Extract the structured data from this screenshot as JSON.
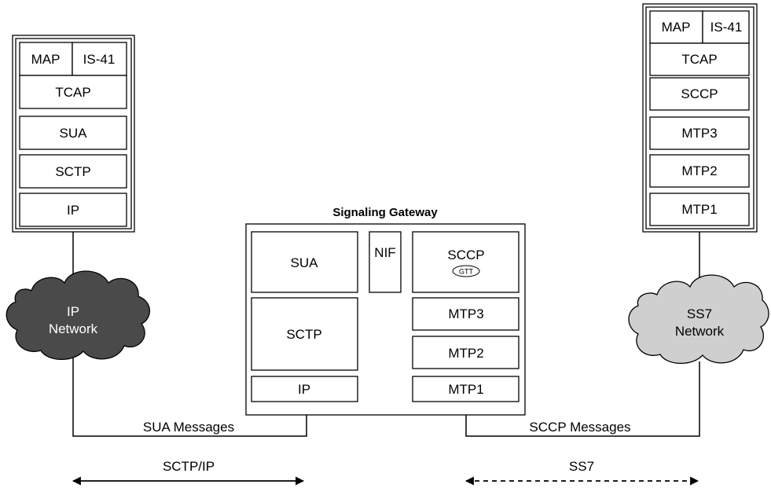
{
  "left_stack": {
    "map": "MAP",
    "is41": "IS-41",
    "tcap": "TCAP",
    "sua": "SUA",
    "sctp": "SCTP",
    "ip": "IP"
  },
  "right_stack": {
    "map": "MAP",
    "is41": "IS-41",
    "tcap": "TCAP",
    "sccp": "SCCP",
    "mtp3": "MTP3",
    "mtp2": "MTP2",
    "mtp1": "MTP1"
  },
  "gateway": {
    "title": "Signaling Gateway",
    "sua": "SUA",
    "nif": "NIF",
    "sccp": "SCCP",
    "gtt": "GTT",
    "sctp": "SCTP",
    "ip": "IP",
    "mtp3": "MTP3",
    "mtp2": "MTP2",
    "mtp1": "MTP1"
  },
  "clouds": {
    "ip_line1": "IP",
    "ip_line2": "Network",
    "ss7_line1": "SS7",
    "ss7_line2": "Network",
    "ip_color": "#4a4a4a",
    "ss7_color": "#cfcfcf"
  },
  "links": {
    "sua_messages": "SUA Messages",
    "sccp_messages": "SCCP Messages"
  },
  "arrows": {
    "sctp_ip": "SCTP/IP",
    "ss7": "SS7"
  }
}
